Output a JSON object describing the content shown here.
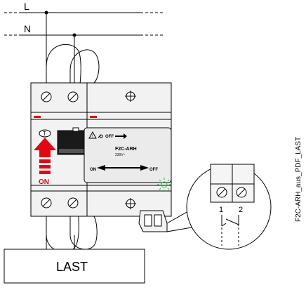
{
  "lines": {
    "l_label": "L",
    "n_label": "N"
  },
  "breaker": {
    "model": "F2C-ARH",
    "voltage": "230V~",
    "off_label": "OFF",
    "on_label": "ON",
    "handle_on_label": "ON",
    "test_label": "T"
  },
  "terminal_zoom": {
    "contact_1": "1",
    "contact_2": "2"
  },
  "load": {
    "label": "LAST"
  },
  "caption": "F2C-ARH_aus_PDF_LAST",
  "colors": {
    "accent_red": "#e30613",
    "led_green": "#2db84d",
    "housing": "#f2f2f2",
    "label_panel": "#ebebeb"
  }
}
